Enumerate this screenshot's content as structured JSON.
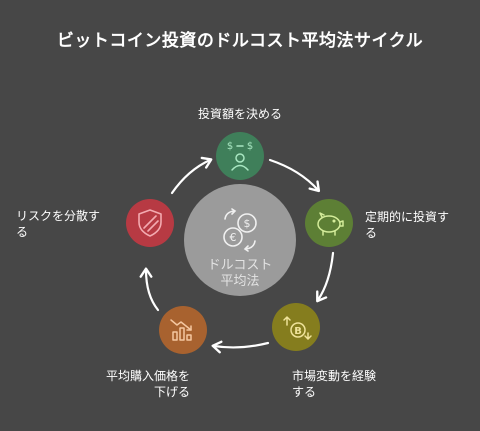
{
  "title": "ビットコイン投資のドルコスト平均法サイクル",
  "center": {
    "line1": "ドルコスト",
    "line2": "平均法"
  },
  "steps": [
    {
      "line1": "投資額を決める",
      "line2": "",
      "color": "#3f7f5a",
      "icon": "dollar-person-icon"
    },
    {
      "line1": "定期的に投資す",
      "line2": "る",
      "color": "#5d7f35",
      "icon": "piggy-bank-icon"
    },
    {
      "line1": "市場変動を経験",
      "line2": "する",
      "color": "#857d1e",
      "icon": "bitcoin-cycle-icon"
    },
    {
      "line1": "平均購入価格を",
      "line2": "下げる",
      "color": "#a8622f",
      "icon": "declining-chart-icon"
    },
    {
      "line1": "リスクを分散す",
      "line2": "る",
      "color": "#b73a43",
      "icon": "shield-icon"
    }
  ],
  "colors": {
    "background": "#474747",
    "center_circle": "#9b9b9b",
    "arrow": "#ffffff"
  }
}
